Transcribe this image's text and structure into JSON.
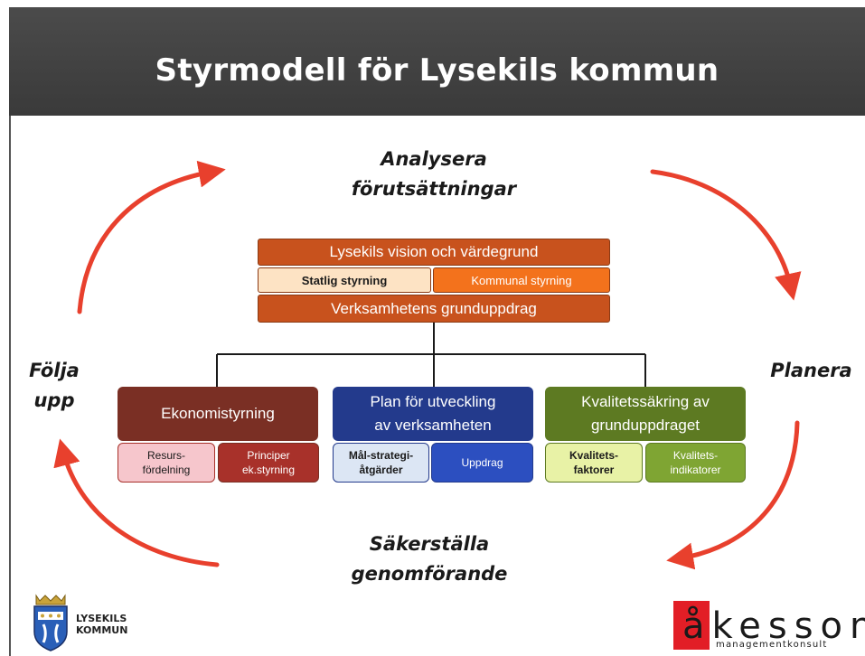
{
  "title": "Styrmodell för Lysekils kommun",
  "cycle": {
    "top": [
      "Analysera",
      "förutsättningar"
    ],
    "right": "Planera",
    "bottom": [
      "Säkerställa",
      "genomförande"
    ],
    "left": [
      "Följa",
      "upp"
    ]
  },
  "center": {
    "vision": "Lysekils vision och värdegrund",
    "statlig": "Statlig styrning",
    "kommunal": "Kommunal styrning",
    "grunduppdrag": "Verksamhetens grunduppdrag"
  },
  "branches": [
    {
      "label": [
        "Ekonomistyrning"
      ],
      "subs": [
        [
          "Resurs-",
          "fördelning"
        ],
        [
          "Principer",
          "ek.styrning"
        ]
      ]
    },
    {
      "label": [
        "Plan för utveckling",
        "av verksamheten"
      ],
      "subs": [
        [
          "Mål-strategi-",
          "åtgärder"
        ],
        [
          "Uppdrag"
        ]
      ]
    },
    {
      "label": [
        "Kvalitetssäkring av",
        "grunduppdraget"
      ],
      "subs": [
        [
          "Kvalitets-",
          "faktorer"
        ],
        [
          "Kvalitets-",
          "indikatorer"
        ]
      ]
    }
  ],
  "logos": {
    "lysekil": [
      "LYSEKILS",
      "KOMMUN"
    ],
    "akesson_main": "åkesson",
    "akesson_sub": "managementkonsult"
  },
  "colors": {
    "arrow": "#e8402d",
    "ekonomi": "#7a2f24",
    "ekonomi_sub_light": "#f6c6cc",
    "ekonomi_sub_dark": "#a8312a",
    "plan": "#233a8c",
    "plan_sub_light": "#dce6f4",
    "plan_sub_dark": "#2c4fc0",
    "kvalitet": "#5d7a22",
    "kvalitet_sub_light": "#e8f2a6",
    "kvalitet_sub_dark": "#7fa533"
  }
}
